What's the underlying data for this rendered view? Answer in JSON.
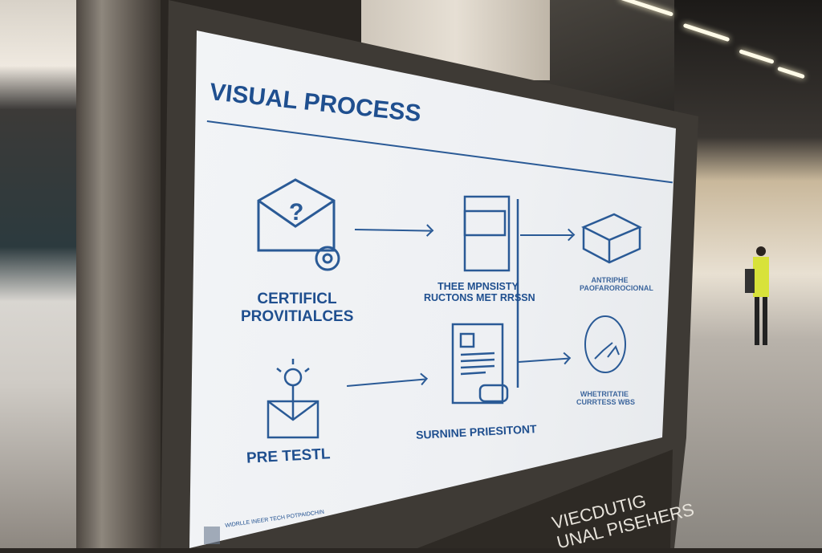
{
  "sign": {
    "title": "VISUAL PROCESS",
    "steps": [
      {
        "line1": "CERTIFICL",
        "line2": "PROVITIALCES",
        "icon": "envelope-question-gear-icon"
      },
      {
        "line1": "THEE MPNSISTY",
        "line2": "RUCTONS MET RRSSN",
        "icon": "document-folder-icon"
      },
      {
        "line1": "ANTRIPHE",
        "line2": "PAOFAROROCIONAL",
        "icon": "box-icon"
      },
      {
        "line1": "PRE TESTL",
        "icon": "person-box-lightbulb-icon"
      },
      {
        "line1": "SURNINE PRIESITONT",
        "icon": "document-certificate-icon"
      },
      {
        "line1": "WHETRITATIE",
        "line2": "CURRTESS WBS",
        "icon": "hands-circle-icon"
      }
    ],
    "footer": "WIDRLLE INEER TECH POTPAIDCHIN",
    "panel_line1": "VIECDUTIG",
    "panel_line2": "UNAL PISEHERS"
  },
  "colors": {
    "accent": "#1f4f8f"
  }
}
